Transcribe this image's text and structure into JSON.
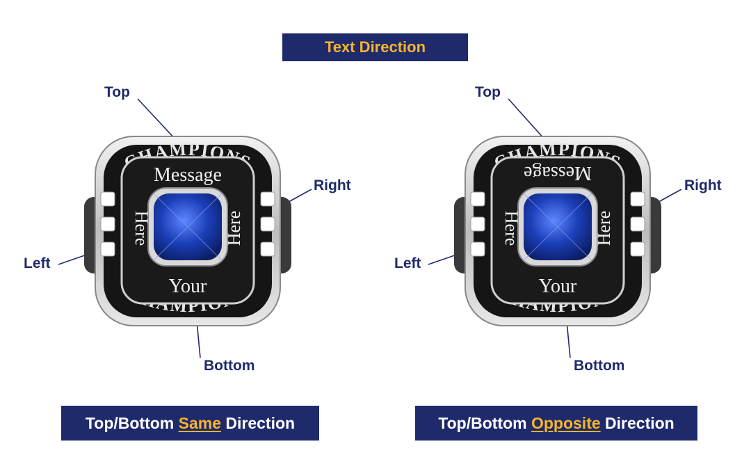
{
  "title": "Text Direction",
  "colors": {
    "navy": "#1f2a6b",
    "gold": "#f7b529",
    "ring_black": "#111111",
    "silver": "#d6d6d6",
    "gem_blue": "#1b3fb8"
  },
  "panels": [
    {
      "labels": {
        "top": "Top",
        "right": "Right",
        "left": "Left",
        "bottom": "Bottom"
      },
      "ring": {
        "champions": "CHAMPIONS",
        "message": "Message",
        "here": "Here",
        "your": "Your",
        "top_text_flipped": false
      },
      "caption": {
        "pre": "Top/Bottom ",
        "highlight": "Same",
        "post": " Direction"
      }
    },
    {
      "labels": {
        "top": "Top",
        "right": "Right",
        "left": "Left",
        "bottom": "Bottom"
      },
      "ring": {
        "champions": "CHAMPIONS",
        "message": "Message",
        "here": "Here",
        "your": "Your",
        "top_text_flipped": true
      },
      "caption": {
        "pre": "Top/Bottom ",
        "highlight": "Opposite",
        "post": " Direction"
      }
    }
  ]
}
